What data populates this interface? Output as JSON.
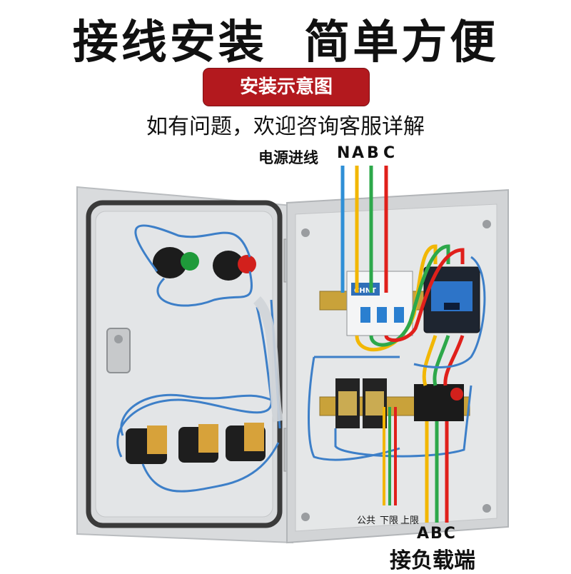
{
  "header": {
    "title": "接线安装  简单方便",
    "badge": "安装示意图",
    "subtitle": "如有问题，欢迎咨询客服详解"
  },
  "wiring": {
    "power_in_label": "电源进线",
    "phase_n": "N",
    "phase_a": "A",
    "phase_b": "B",
    "phase_c": "C",
    "bottom_common": "公共",
    "bottom_lower": "下限",
    "bottom_upper": "上限",
    "bottom_abc": "ABC",
    "load_label": "接负载端",
    "breaker_brand": "CHNT"
  },
  "colors": {
    "neutral": "#2f8fd6",
    "phase_a": "#f2b705",
    "phase_b": "#2da84a",
    "phase_c": "#e0201b",
    "wire_blue": "#3d7fc8",
    "cabinet": "#d6d8da",
    "badge_red": "#b3191e"
  }
}
